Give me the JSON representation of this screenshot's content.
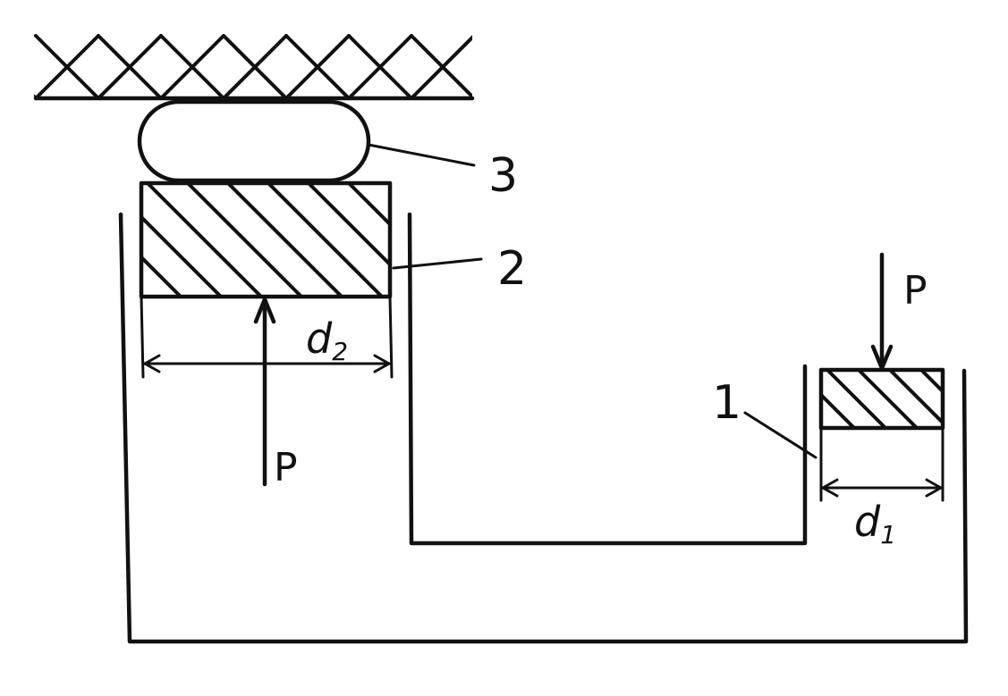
{
  "labels": {
    "part1": "1",
    "part2": "2",
    "part3": "3",
    "force_top": "P",
    "force_bottom": "P",
    "d1_main": "d",
    "d1_sub": "1",
    "d2_main": "d",
    "d2_sub": "2"
  },
  "colors": {
    "ink": "#111111",
    "background": "#ffffff"
  }
}
